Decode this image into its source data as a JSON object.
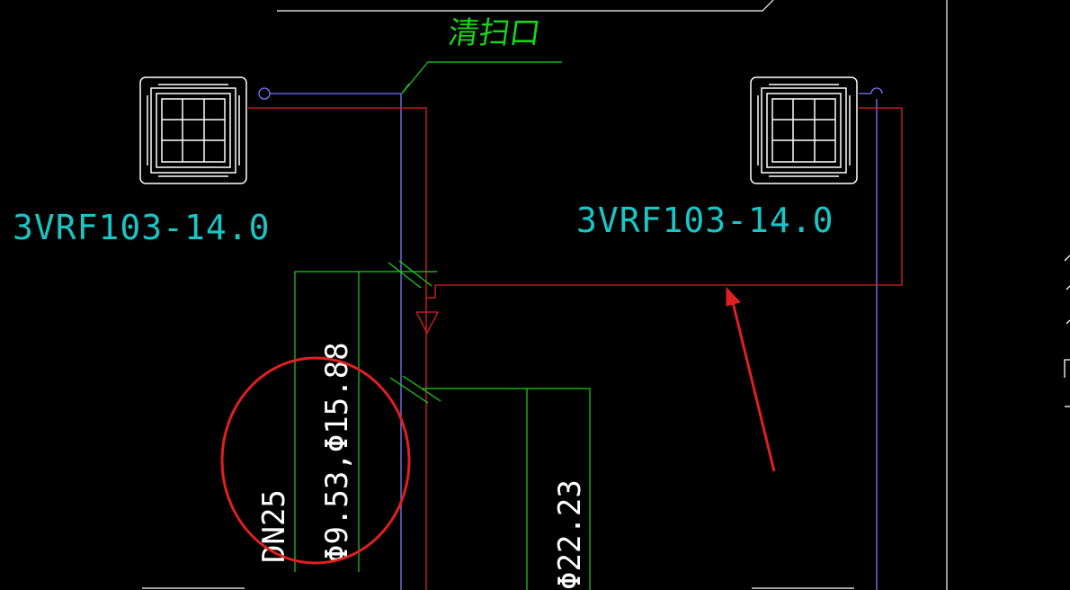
{
  "drawing": {
    "background": "#000000",
    "colors": {
      "annotation_green": "#19d419",
      "pipe_red": "#e02020",
      "pipe_blue": "#7a7aff",
      "unit_outline": "#ffffff",
      "unit_label_cyan": "#19c5c5",
      "markup_red": "#e02020"
    },
    "leader_label": "清扫口",
    "units": [
      {
        "label": "3VRF103-14.0"
      },
      {
        "label": "3VRF103-14.0"
      }
    ],
    "pipe_labels": {
      "dn_label": "DN25",
      "branch_pipe_size": "Φ9.53,Φ15.88",
      "main_pipe_size": "Φ22.23"
    },
    "markup": {
      "highlight_circle": "circle",
      "pointer_arrow": "arrow"
    }
  }
}
